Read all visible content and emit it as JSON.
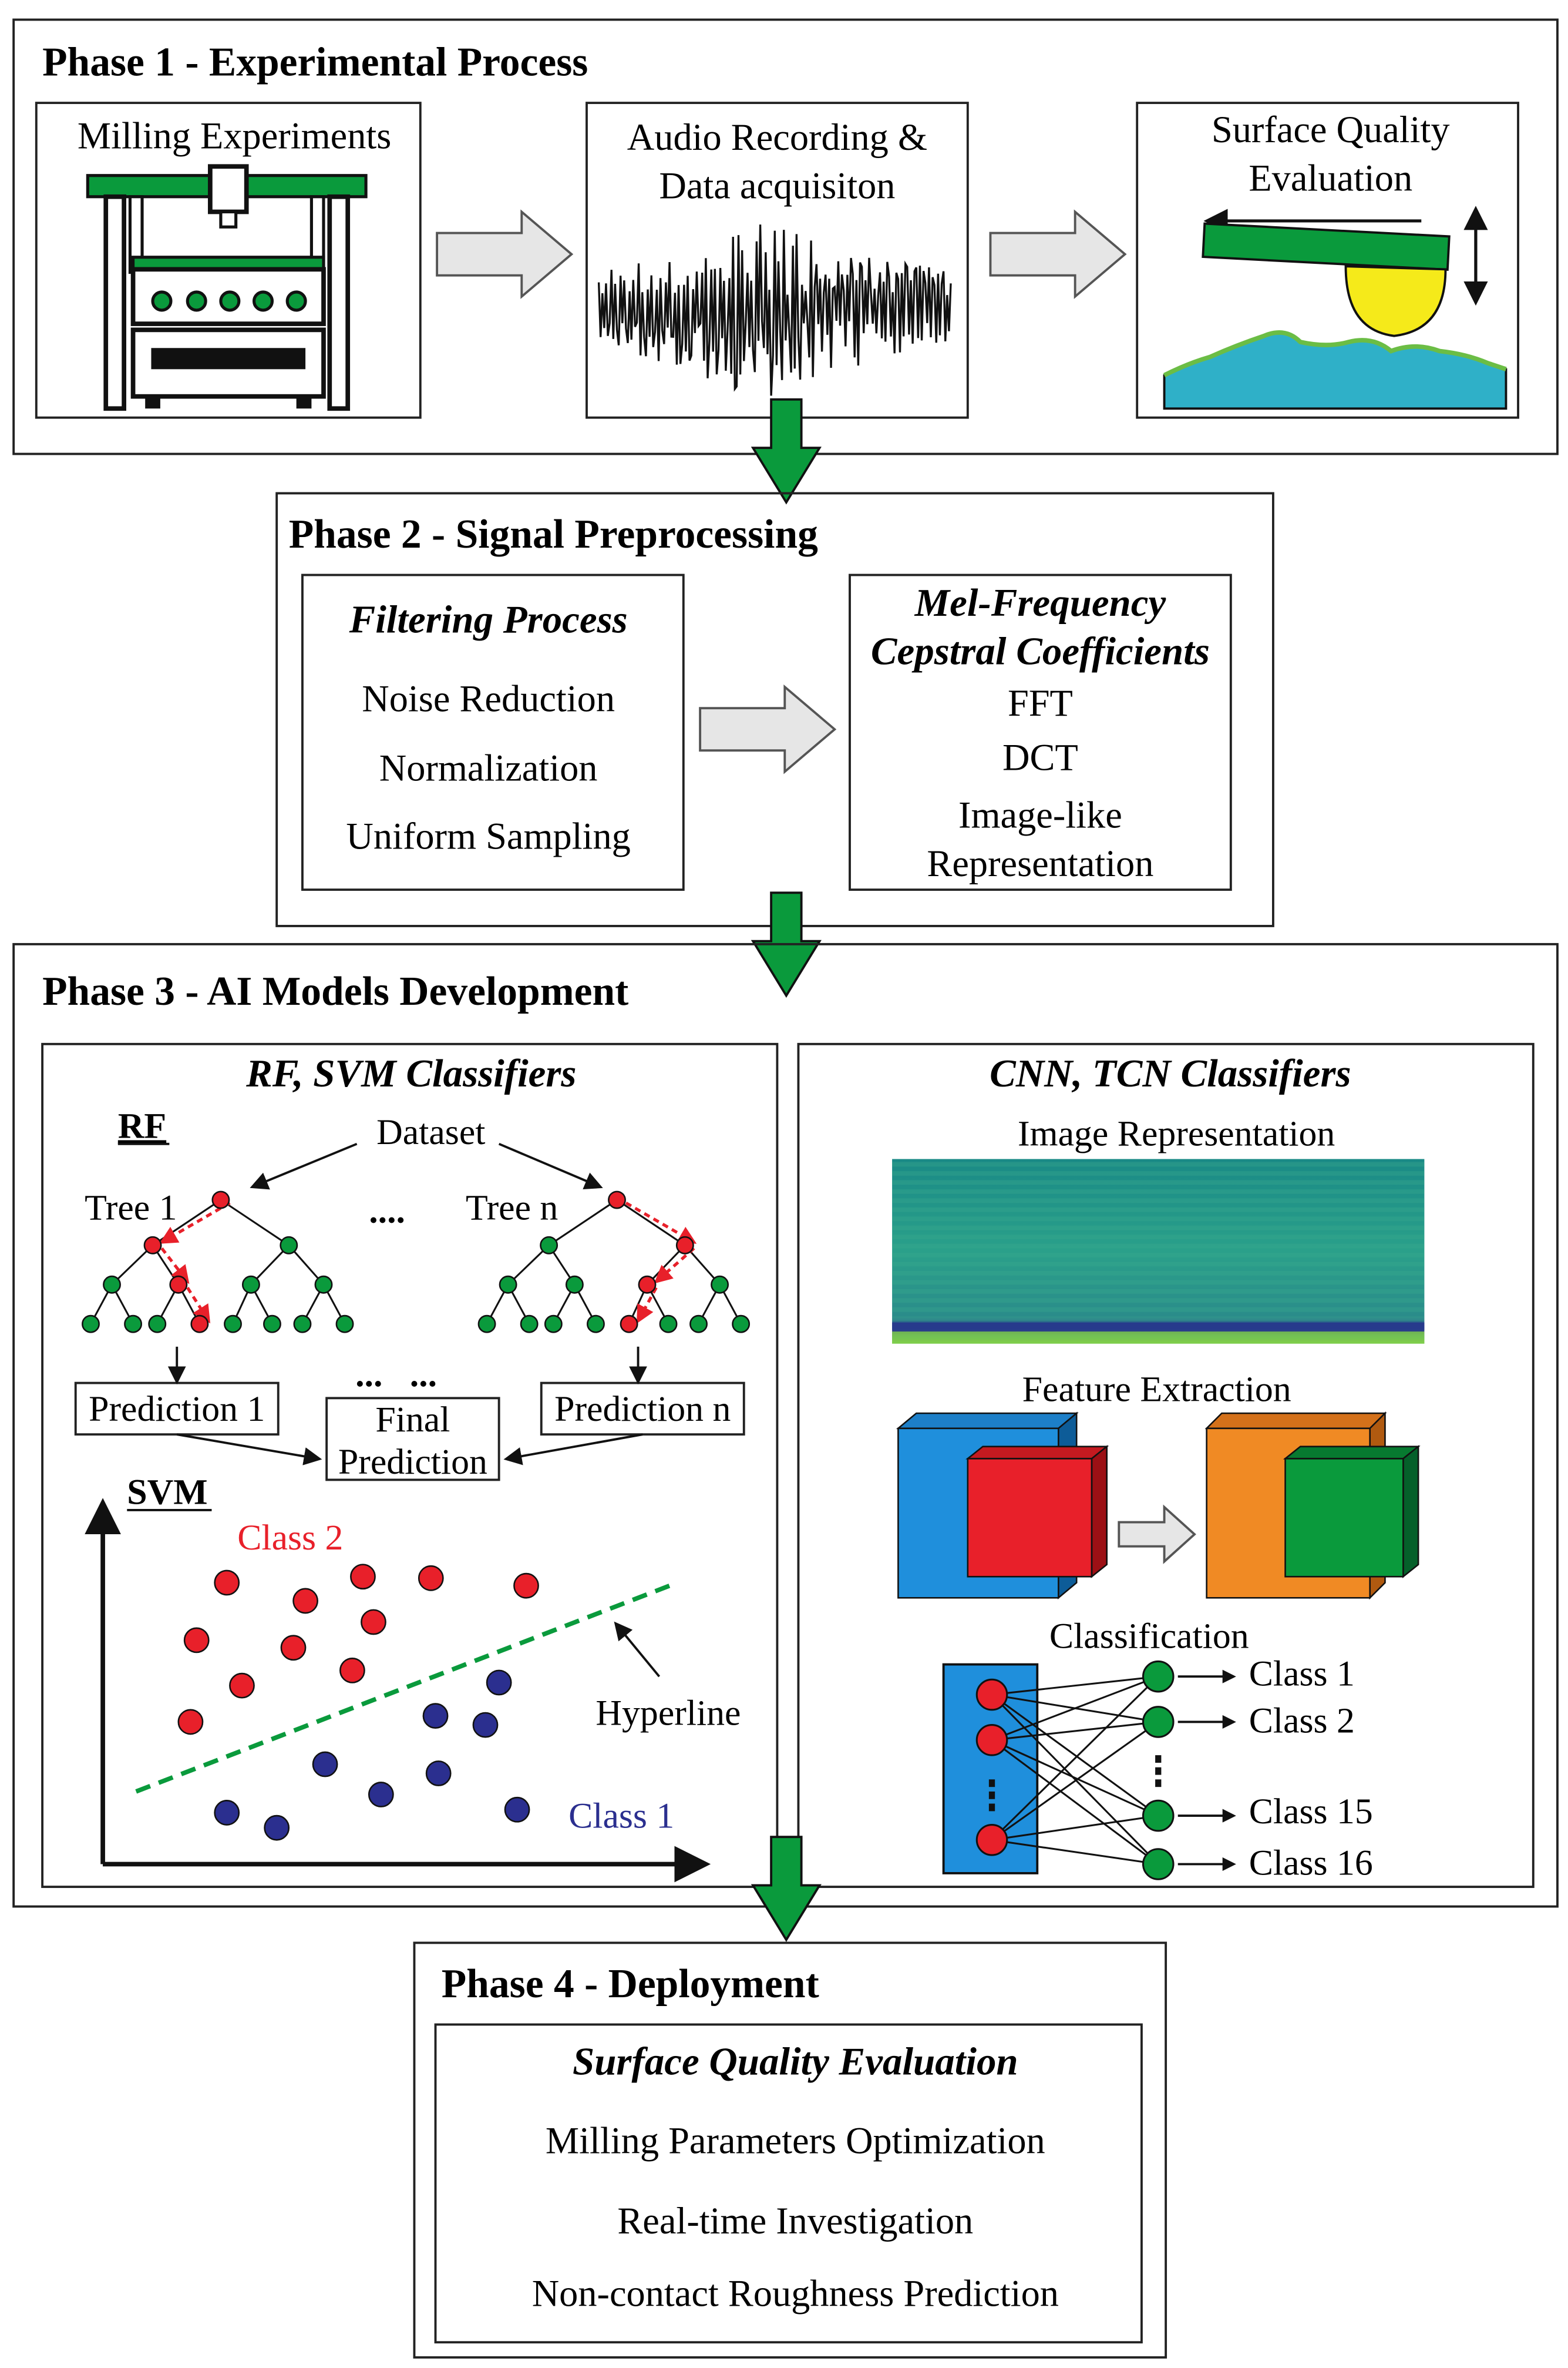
{
  "phase1": {
    "title": "Phase 1 - Experimental Process",
    "milling": "Milling Experiments",
    "audio_line1": "Audio Recording &",
    "audio_line2": "Data acquisiton",
    "surface_line1": "Surface Quality",
    "surface_line2": "Evaluation"
  },
  "phase2": {
    "title": "Phase 2 - Signal Preprocessing",
    "filtering": {
      "heading": "Filtering Process",
      "items": [
        "Noise Reduction",
        "Normalization",
        "Uniform Sampling"
      ]
    },
    "mfcc": {
      "heading_line1": "Mel-Frequency",
      "heading_line2": "Cepstral Coefficients",
      "items": [
        "FFT",
        "DCT"
      ],
      "last_line1": "Image-like",
      "last_line2": "Representation"
    }
  },
  "phase3": {
    "title": "Phase 3 - AI Models Development",
    "left": {
      "heading": "RF, SVM Classifiers",
      "rf_label": "RF",
      "dataset": "Dataset",
      "tree1": "Tree 1",
      "treen": "Tree n",
      "dots": "....",
      "pred1": "Prediction 1",
      "predn": "Prediction n",
      "pred_dots": "...   ...",
      "final_line1": "Final",
      "final_line2": "Prediction",
      "svm_label": "SVM",
      "class2": "Class 2",
      "class1": "Class 1",
      "hyperline": "Hyperline",
      "colors": {
        "red": "#e8202a",
        "blue": "#2b2f8f",
        "green": "#0a9a3c"
      }
    },
    "right": {
      "heading": "CNN, TCN Classifiers",
      "image_rep": "Image Representation",
      "feature_extraction": "Feature Extraction",
      "classification": "Classification",
      "classes": [
        "Class 1",
        "Class 2",
        "Class 15",
        "Class 16"
      ]
    }
  },
  "phase4": {
    "title": "Phase 4 - Deployment",
    "heading": "Surface Quality Evaluation",
    "items": [
      "Milling Parameters Optimization",
      "Real-time Investigation",
      "Non-contact Roughness Prediction"
    ]
  },
  "icons": {
    "cnc": "cnc-machine-icon",
    "waveform": "audio-waveform-icon",
    "profilometer": "profilometer-icon",
    "arrows": "gray-arrow-icon",
    "flow": "green-down-arrow-icon"
  }
}
